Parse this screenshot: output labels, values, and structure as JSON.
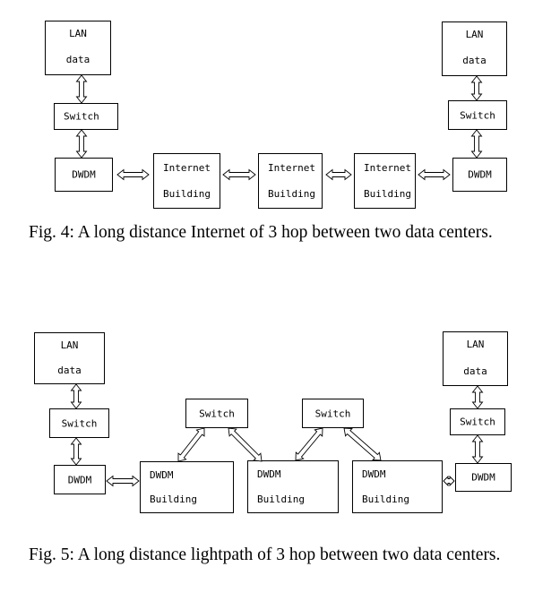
{
  "fig4": {
    "lan_left": {
      "line1": "LAN",
      "line2": "data"
    },
    "lan_right": {
      "line1": "LAN",
      "line2": "data"
    },
    "switch_left": "Switch",
    "switch_right": "Switch",
    "dwdm_left": "DWDM",
    "dwdm_right": "DWDM",
    "building1": {
      "line1": "Internet",
      "line2": "Building"
    },
    "building2": {
      "line1": "Internet",
      "line2": "Building"
    },
    "building3": {
      "line1": "Internet",
      "line2": "Building"
    },
    "caption": "Fig. 4: A long distance Internet of 3 hop between two data centers."
  },
  "fig5": {
    "lan_left": {
      "line1": "LAN",
      "line2": "data"
    },
    "lan_right": {
      "line1": "LAN",
      "line2": "data"
    },
    "switch_left": "Switch",
    "switch_right": "Switch",
    "switch_mid1": "Switch",
    "switch_mid2": "Switch",
    "dwdm_left": "DWDM",
    "dwdm_right": "DWDM",
    "building1": {
      "line1": "DWDM",
      "line2": "Building"
    },
    "building2": {
      "line1": "DWDM",
      "line2": "Building"
    },
    "building3": {
      "line1": "DWDM",
      "line2": "Building"
    },
    "caption": "Fig. 5: A long distance lightpath of 3 hop between two data centers."
  }
}
